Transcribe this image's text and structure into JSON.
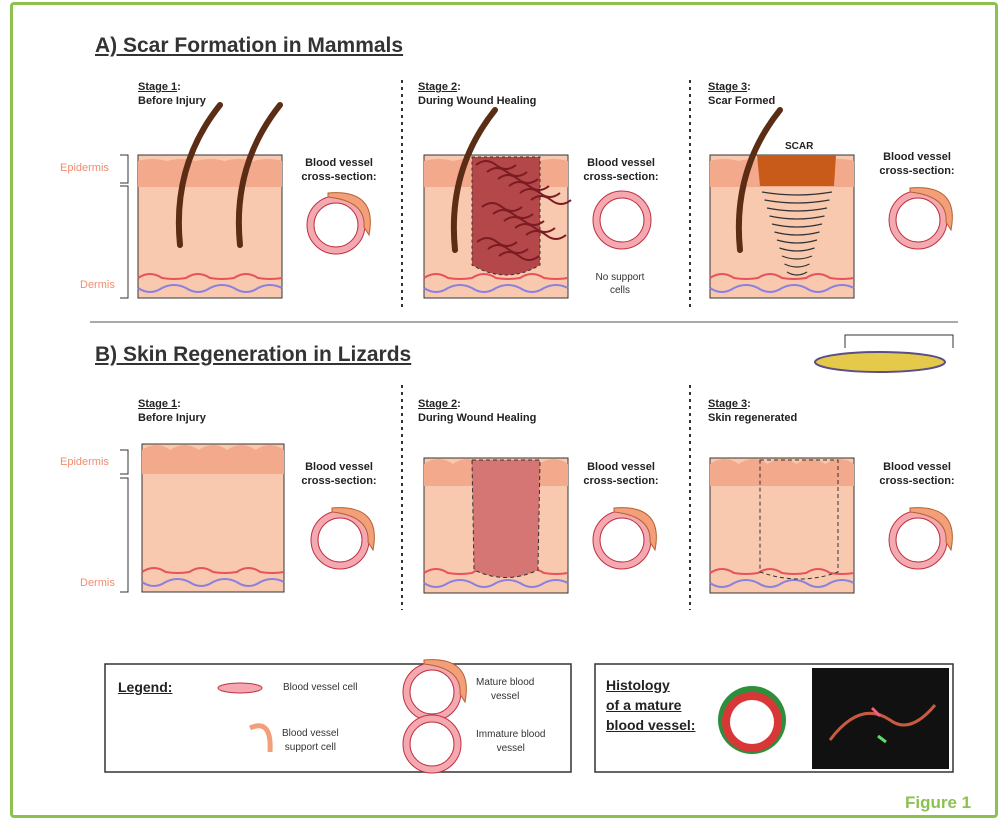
{
  "section_a": {
    "title": "A) Scar Formation in Mammals",
    "stages": [
      {
        "label": "Stage 1",
        "sep": ":",
        "desc": "Before Injury"
      },
      {
        "label": "Stage 2",
        "sep": ":",
        "desc": "During Wound Healing"
      },
      {
        "label": "Stage 3",
        "sep": ":",
        "desc": "Scar Formed"
      }
    ],
    "scar_label": "SCAR",
    "no_support": [
      "No support",
      "cells"
    ]
  },
  "section_b": {
    "title": "B) Skin Regeneration in Lizards",
    "stages": [
      {
        "label": "Stage 1",
        "sep": ":",
        "desc": "Before Injury"
      },
      {
        "label": "Stage 2",
        "sep": ":",
        "desc": "During Wound Healing"
      },
      {
        "label": "Stage 3",
        "sep": ":",
        "desc": "Skin regenerated"
      }
    ]
  },
  "blood_vessel_label": [
    "Blood vessel",
    "cross-section:"
  ],
  "layers": {
    "epidermis": "Epidermis",
    "dermis": "Dermis"
  },
  "legend": {
    "title": "Legend:",
    "cell": "Blood vessel cell",
    "support": [
      "Blood vessel",
      "support cell"
    ],
    "mature": [
      "Mature blood",
      "vessel"
    ],
    "immature": [
      "Immature blood",
      "vessel"
    ]
  },
  "histology": {
    "lines": [
      "Histology",
      "of a mature",
      "blood vessel:"
    ]
  },
  "figure_label": "Figure 1",
  "colors": {
    "frame": "#8cc152",
    "epidermis": "#f2a98c",
    "dermis": "#f8c9ae",
    "vessel_red": "#e8525a",
    "vessel_blue": "#8b7fe0",
    "scar": "#c85a1a"
  }
}
